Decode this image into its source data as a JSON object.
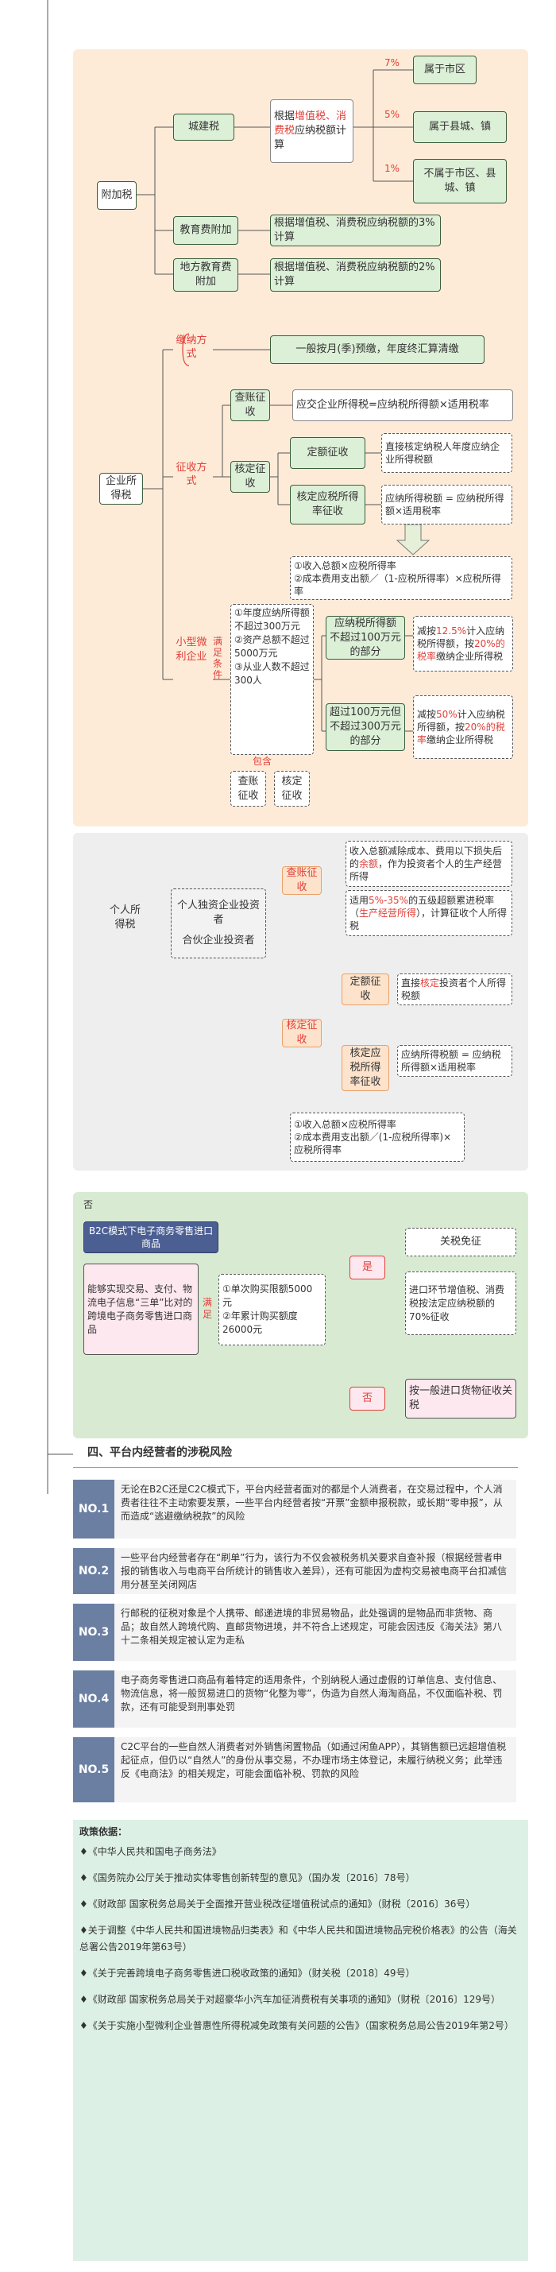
{
  "section1": {
    "root": "附加税",
    "urban_tax": "城建税",
    "urban_basis": {
      "pre": "根据",
      "vat": "增值税、",
      "consumption": "消费税",
      "post": "应纳税额计算"
    },
    "rates": [
      "7%",
      "5%",
      "1%"
    ],
    "locations": [
      "属于市区",
      "属于县城、镇",
      "不属于市区、县城、镇"
    ],
    "edu": "教育费附加",
    "edu_basis": "根据增值税、消费税应纳税额的3%计算",
    "local_edu": "地方教育费附加",
    "local_edu_basis": "根据增值税、消费税应纳税额的2%计算"
  },
  "section2": {
    "root": "企业所得税",
    "payment_method": "缴纳方式",
    "payment_desc": "一般按月(季)预缴，年度终汇算清缴",
    "collection_method": "征收方式",
    "audit": "查账征收",
    "audit_formula": "应交企业所得税=应纳税所得额×适用税率",
    "assessed": "核定征收",
    "fixed_amount": "定额征收",
    "fixed_amount_desc": "直接核定纳税人年度应纳企业所得税额",
    "assessed_rate": "核定应税所得率征收",
    "assessed_rate_desc": "应纳所得税额 = 应纳税所得额×适用税率",
    "taxable_income_formula": "①收入总额×应税所得率\n②成本费用支出额／（1-应税所得率）×应税所得率",
    "small_micro": "小型微利企业",
    "conditions_title": "满足条件",
    "conditions": "①年度应纳所得额不超过300万元\n②资产总额不超过5000万元\n③从业人数不超过300人",
    "cond_hl": [
      "300万元",
      "5000万元",
      "300人"
    ],
    "tier1": "应纳税所得额不超过100万元的部分",
    "tier1_desc": {
      "a": "减按",
      "b": "12.5%",
      "c": "计入应纳税所得额，按",
      "d": "20%的税率",
      "e": "缴纳企业所得税"
    },
    "tier2": "超过100万元但不超过300万元的部分",
    "tier2_desc": {
      "a": "减按",
      "b": "50%",
      "c": "计入应纳税所得额，按",
      "d": "20%的税率",
      "e": "缴纳企业所得税"
    },
    "include": "包含",
    "inc_audit": "查账征收",
    "inc_assessed": "核定征收"
  },
  "section3": {
    "root": "个人所得税",
    "types": [
      "个人独资企业投资者",
      "合伙企业投资者"
    ],
    "audit": "查账征收",
    "audit_desc": {
      "a": "收入总额减除成本、费用以下损失后的",
      "b": "余额",
      "c": "，作为投资者个人的生产经营所得"
    },
    "audit_rate": {
      "a": "适用",
      "b": "5%-35%",
      "c": "的五级超额累进税率（",
      "d": "生产经营所得",
      "e": "），计算征收个人所得税"
    },
    "assessed": "核定征收",
    "fixed": "定额征收",
    "fixed_desc": {
      "a": "直接",
      "b": "核定",
      "c": "投资者个人所得税额"
    },
    "assessed_rate": "核定应税所得率征收",
    "assessed_rate_desc": "应纳所得税额 = 应纳税所得额×适用税率",
    "formula": "①收入总额×应税所得率\n②成本费用支出额／(1-应税所得率)×应税所得率"
  },
  "section4": {
    "no": "否",
    "title": "B2C模式下电子商务零售进口商品",
    "left": "能够实现交易、支付、物流电子信息“三单”比对的跨境电子商务零售进口商品",
    "cond_label": "满足",
    "conditions": "①单次购买限额5000元\n②年累计购买额度26000元",
    "yes": "是",
    "yes_items": [
      "关税免征",
      "进口环节增值税、消费税按法定应纳税额的70%征收"
    ],
    "yes_hl": "70%",
    "no_desc": "按一般进口货物征收关税"
  },
  "risks": {
    "heading": "四、平台内经营者的涉税风险",
    "items": [
      {
        "no": "NO.1",
        "text": "无论在B2C还是C2C模式下，平台内经营者面对的都是个人消费者，在交易过程中，个人消费者往往不主动索要发票，一些平台内经营者按“开票”金额申报税款，或长期“零申报”，从而造成“逃避缴纳税款”的风险"
      },
      {
        "no": "NO.2",
        "text": "一些平台内经营者存在“刷单”行为，该行为不仅会被税务机关要求自查补报（根据经营者申报的销售收入与电商平台所统计的销售收入差异），还有可能因为虚构交易被电商平台扣减信用分甚至关闭网店"
      },
      {
        "no": "NO.3",
        "text": "行邮税的征税对象是个人携带、邮递进境的非贸易物品，此处强调的是物品而非货物、商品；故自然人跨境代购、直邮货物进境，并不符合上述规定，可能会因违反《海关法》第八十二条相关规定被认定为走私"
      },
      {
        "no": "NO.4",
        "text": "电子商务零售进口商品有着特定的适用条件，个别纳税人通过虚假的订单信息、支付信息、物流信息，将一般贸易进口的货物“化整为零”，伪造为自然人海淘商品，不仅面临补税、罚款，还有可能受到刑事处罚"
      },
      {
        "no": "NO.5",
        "text": "C2C平台的一些自然人消费者对外销售闲置物品（如通过闲鱼APP），其销售额已远超增值税起征点，但仍以“自然人”的身份从事交易，不办理市场主体登记，未履行纳税义务；此举违反《电商法》的相关规定，可能会面临补税、罚款的风险"
      }
    ]
  },
  "policy": {
    "title": "政策依据：",
    "items": [
      "♦《中华人民共和国电子商务法》",
      "♦《国务院办公厅关于推动实体零售创新转型的意见》（国办发〔2016〕78号）",
      "♦《财政部 国家税务总局关于全面推开营业税改征增值税试点的通知》（财税〔2016〕36号）",
      "♦关于调整《中华人民共和国进境物品归类表》和《中华人民共和国进境物品完税价格表》的公告（海关总署公告2019年第63号）",
      "♦《关于完善跨境电子商务零售进口税收政策的通知》（财关税〔2018〕49号）",
      "♦《财政部 国家税务总局关于对超豪华小汽车加征消费税有关事项的通知》（财税〔2016〕129号）",
      "♦《关于实施小型微利企业普惠性所得税减免政策有关问题的公告》（国家税务总局公告2019年第2号）"
    ]
  },
  "colors": {
    "peach": "#fdebd8",
    "grey": "#eeeeee",
    "green_panel": "#d8ebd2",
    "green_node": "#dcefd7",
    "mint": "#ddf0e6",
    "red": "#e0403a",
    "badge": "#6b7fa3"
  }
}
